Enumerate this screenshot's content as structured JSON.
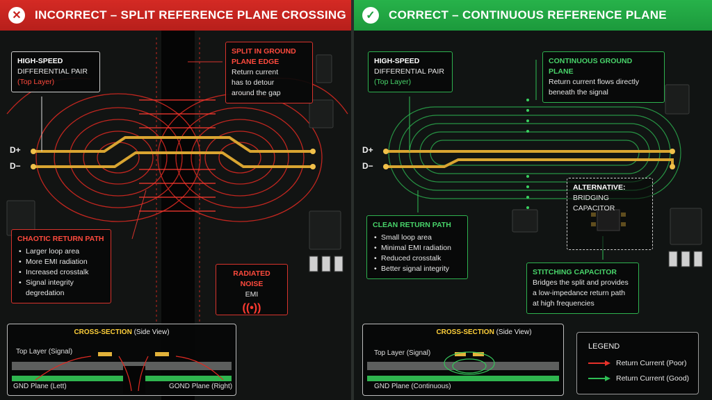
{
  "left": {
    "header": {
      "icon": "x-icon",
      "icon_glyph": "✕",
      "title": "INCORRECT – SPLIT REFERENCE PLANE CROSSING"
    },
    "pair_callout": {
      "title": "HIGH-SPEED",
      "line2": "DIFFERENTIAL PAIR",
      "sub": "(Top Layer)"
    },
    "split_callout": {
      "title_line1": "SPLIT IN GROUND",
      "title_line2": "PLANE  EDGE",
      "body": [
        "Return current",
        "has to detour",
        "around the gap"
      ]
    },
    "chaotic_callout": {
      "title": "CHAOTIC RETURN PATH",
      "items": [
        "Larger loop area",
        "More EMI radiation",
        "Increased crosstalk",
        "Signal integrity degredation"
      ]
    },
    "noise_callout": {
      "title": "RADIATED NOISE",
      "sub": "EMI",
      "icon": "radiation-waves-icon",
      "icon_glyph": "((•))"
    },
    "labels": {
      "dplus": "D+",
      "dminus": "D−"
    },
    "cross_section": {
      "title_bold": "CROSS-SECTION",
      "title_rest": " (Side View)",
      "top_layer": "Top Layer (Signal)",
      "gnd_left": "GND Plane (Lett)",
      "gnd_right": "GOND Plane (Right)"
    }
  },
  "right": {
    "header": {
      "icon": "check-icon",
      "icon_glyph": "✓",
      "title": "CORRECT – CONTINUOUS REFERENCE PLANE"
    },
    "pair_callout": {
      "title": "HIGH-SPEED",
      "line2": "DIFFERENTIAL PAIR",
      "sub": "(Top Layer)"
    },
    "ground_callout": {
      "title": "CONTINUOUS GROUND PLANE",
      "body": [
        "Return current flows directly",
        "beneath the signal"
      ]
    },
    "alt_callout": {
      "title": "ALTERNATIVE:",
      "sub": "BRIDGING CAPACITOR"
    },
    "clean_callout": {
      "title": "CLEAN RETURN PATH",
      "items": [
        "Small loop area",
        "Minimal EMI radiation",
        "Reduced crosstalk",
        "Better signal integrity"
      ]
    },
    "stitch_callout": {
      "title": "STITCHING CAPACITOR",
      "body": [
        "Bridges the split and provides",
        "a low-impedance return path",
        "at high frequencies"
      ]
    },
    "labels": {
      "dplus": "D+",
      "dminus": "D−"
    },
    "cross_section": {
      "title_bold": "CROSS-SECTION",
      "title_rest": " (Side View)",
      "top_layer": "Top Layer (Signal)",
      "gnd": "GND Plane (Continuous)"
    },
    "legend": {
      "title": "LEGEND",
      "poor": "Return Current (Poor)",
      "good": "Return Current (Good)"
    }
  },
  "colors": {
    "red": "#e8312a",
    "green": "#2fbf55",
    "trace": "#d9a531",
    "board": "#151716"
  }
}
